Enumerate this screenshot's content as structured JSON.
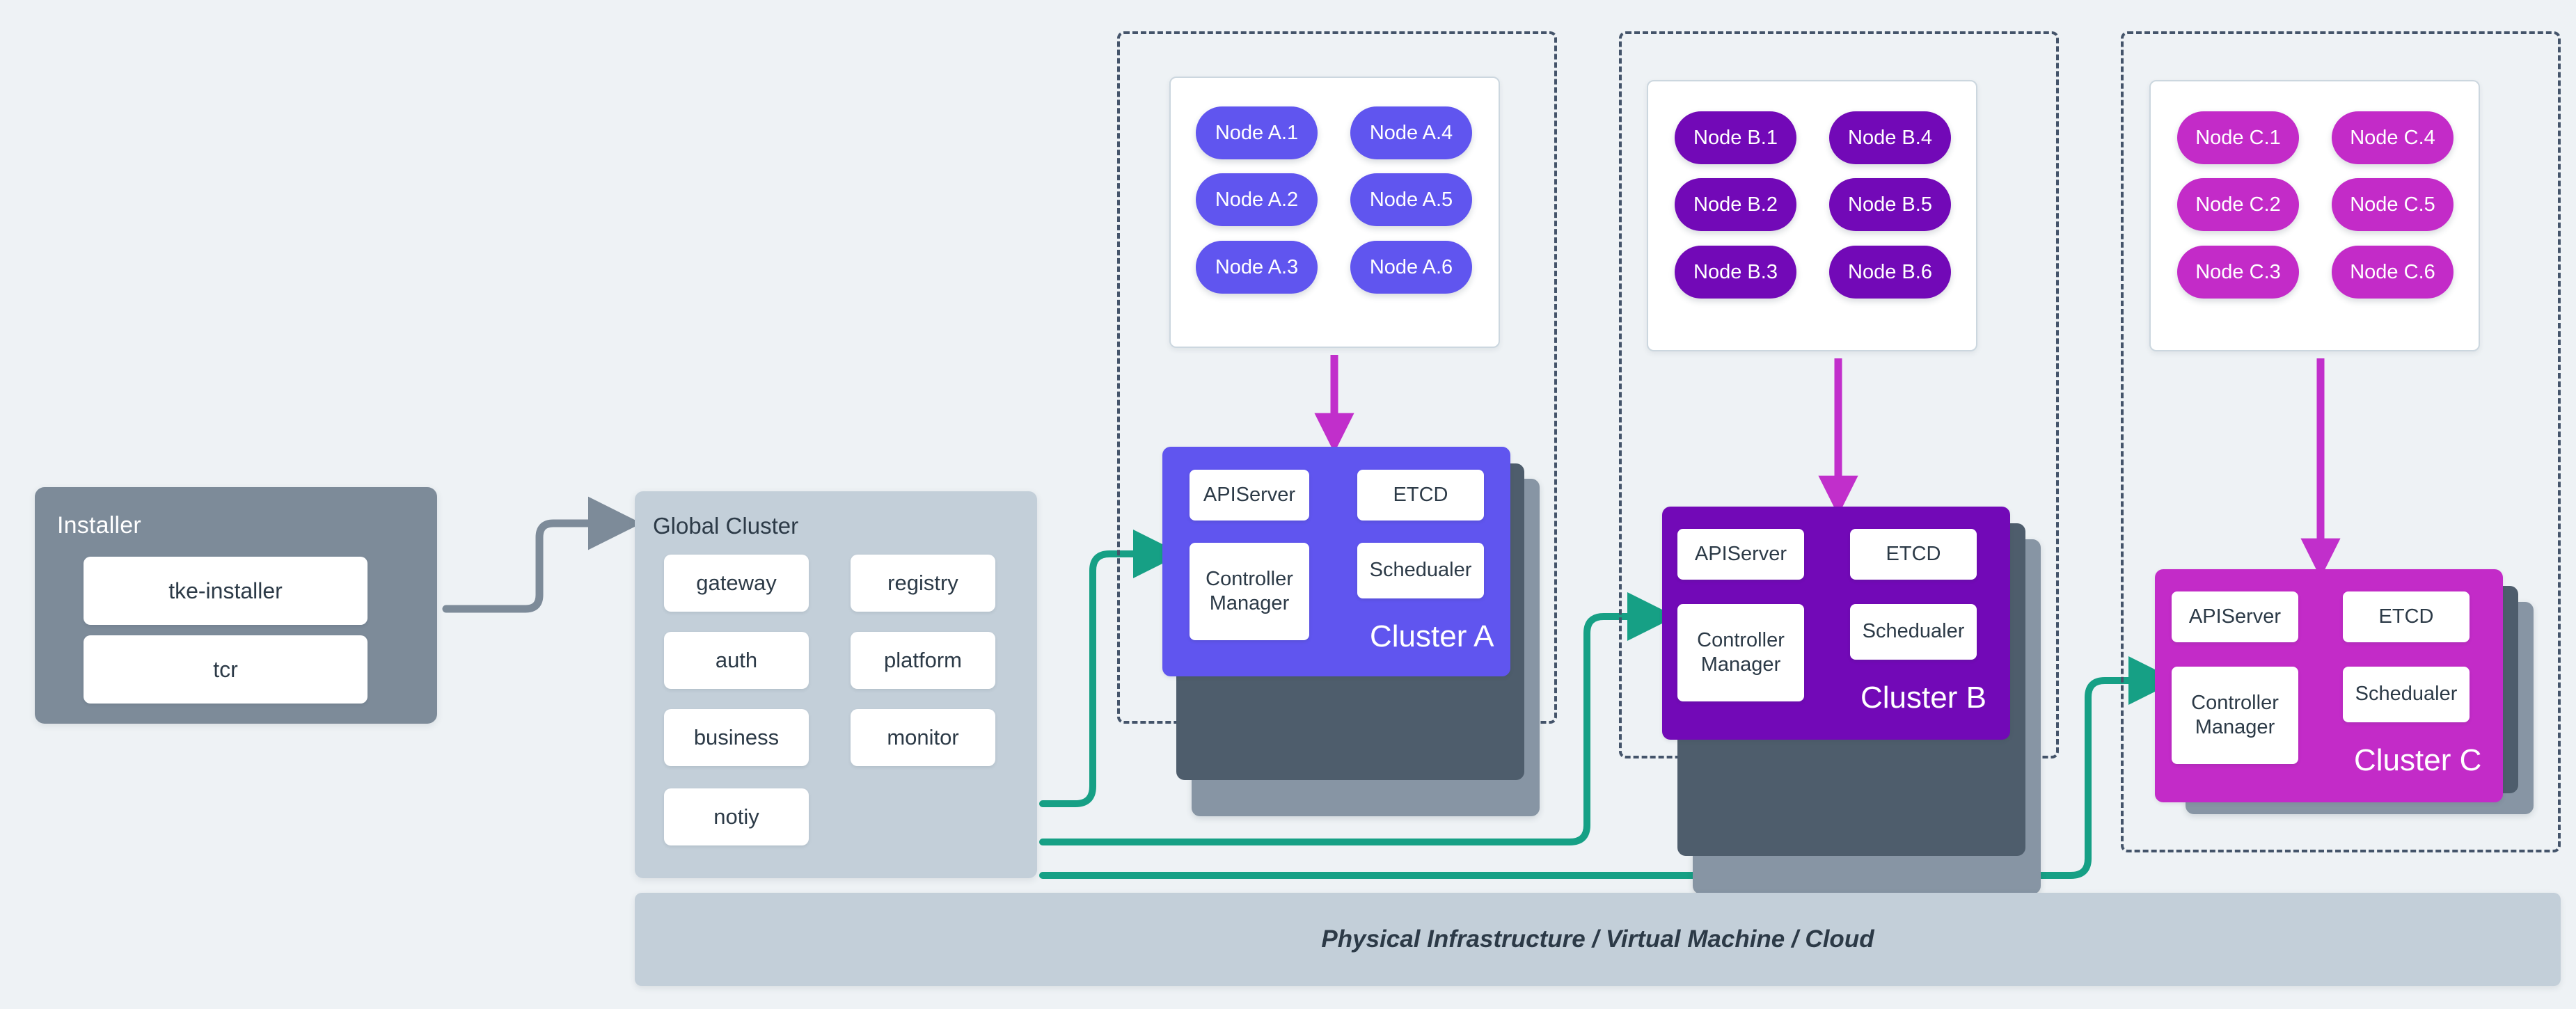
{
  "colors": {
    "background": "#eef2f5",
    "installer_panel": "#7d8b99",
    "global_panel": "#c3cfd9",
    "infra_panel": "#c3cfd9",
    "cluster_a": "#6055ef",
    "cluster_b": "#7209b7",
    "cluster_c": "#c32bc8",
    "node_a": "#6055ef",
    "node_b": "#7209b7",
    "node_c": "#c32bc8",
    "arrow_magenta": "#c12fcb",
    "arrow_teal": "#16a085",
    "arrow_gray": "#7d8b99",
    "dashed_border": "#44546a",
    "text_dark": "#2c3a47",
    "text_light": "#ffffff"
  },
  "installer": {
    "title": "Installer",
    "items": [
      {
        "label": "tke-installer"
      },
      {
        "label": "tcr"
      }
    ]
  },
  "global_cluster": {
    "title": "Global Cluster",
    "items": [
      {
        "label": "gateway"
      },
      {
        "label": "registry"
      },
      {
        "label": "auth"
      },
      {
        "label": "platform"
      },
      {
        "label": "business"
      },
      {
        "label": "monitor"
      },
      {
        "label": "notiy"
      }
    ]
  },
  "clusters": [
    {
      "name": "Cluster A",
      "nodes": [
        {
          "label": "Node A.1"
        },
        {
          "label": "Node A.4"
        },
        {
          "label": "Node A.2"
        },
        {
          "label": "Node A.5"
        },
        {
          "label": "Node A.3"
        },
        {
          "label": "Node A.6"
        }
      ],
      "components": [
        {
          "label": "APIServer"
        },
        {
          "label": "ETCD"
        },
        {
          "label": "Controller Manager"
        },
        {
          "label": "Schedualer"
        }
      ]
    },
    {
      "name": "Cluster B",
      "nodes": [
        {
          "label": "Node B.1"
        },
        {
          "label": "Node B.4"
        },
        {
          "label": "Node B.2"
        },
        {
          "label": "Node B.5"
        },
        {
          "label": "Node B.3"
        },
        {
          "label": "Node B.6"
        }
      ],
      "components": [
        {
          "label": "APIServer"
        },
        {
          "label": "ETCD"
        },
        {
          "label": "Controller Manager"
        },
        {
          "label": "Schedualer"
        }
      ]
    },
    {
      "name": "Cluster C",
      "nodes": [
        {
          "label": "Node C.1"
        },
        {
          "label": "Node C.4"
        },
        {
          "label": "Node C.2"
        },
        {
          "label": "Node C.5"
        },
        {
          "label": "Node C.3"
        },
        {
          "label": "Node C.6"
        }
      ],
      "components": [
        {
          "label": "APIServer"
        },
        {
          "label": "ETCD"
        },
        {
          "label": "Controller Manager"
        },
        {
          "label": "Schedualer"
        }
      ]
    }
  ],
  "infrastructure": {
    "label": "Physical Infrastructure / Virtual Machine / Cloud"
  }
}
